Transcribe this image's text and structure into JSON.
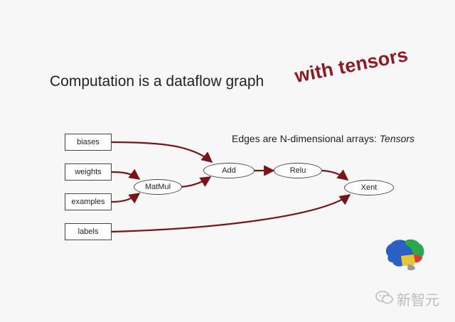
{
  "slide": {
    "title": "Computation is a dataflow graph",
    "stamp": "with tensors",
    "subtitle_prefix": "Edges are N-dimensional arrays: ",
    "subtitle_emph": "Tensors"
  },
  "nodes": {
    "biases": "biases",
    "weights": "weights",
    "examples": "examples",
    "labels": "labels",
    "matmul": "MatMul",
    "add": "Add",
    "relu": "Relu",
    "xent": "Xent"
  },
  "edges": [
    [
      "biases",
      "Add"
    ],
    [
      "weights",
      "MatMul"
    ],
    [
      "examples",
      "MatMul"
    ],
    [
      "MatMul",
      "Add"
    ],
    [
      "Add",
      "Relu"
    ],
    [
      "Relu",
      "Xent"
    ],
    [
      "labels",
      "Xent"
    ]
  ],
  "colors": {
    "edge": "#7a1416",
    "stamp": "#8e1b22"
  },
  "watermark": {
    "text": "新智元",
    "icon": "wechat-icon"
  },
  "logo": {
    "icon": "brain-icon"
  }
}
